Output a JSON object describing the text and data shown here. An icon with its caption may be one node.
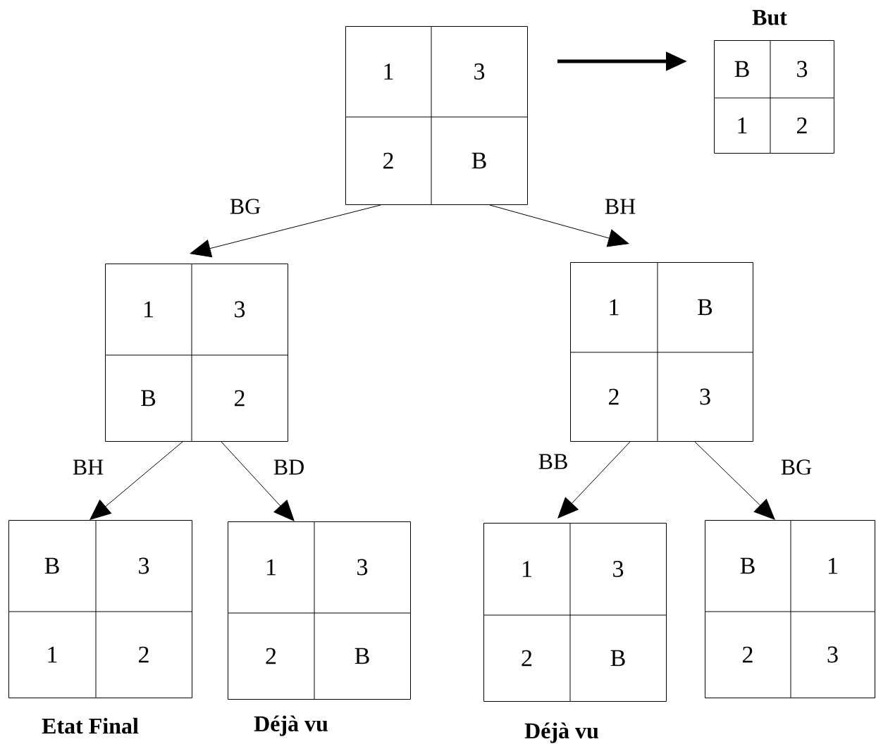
{
  "diagram": {
    "nodes": [
      {
        "text": [
          "1",
          "3",
          "2",
          "B"
        ]
      },
      {
        "text": [
          "B",
          "3",
          "1",
          "2"
        ],
        "beside": [
          "But"
        ]
      },
      {
        "text": [
          "1",
          "3",
          "B",
          "2"
        ]
      },
      {
        "text": [
          "1",
          "B",
          "2",
          "3"
        ]
      },
      {
        "text": [
          "B",
          "3",
          "1",
          "2"
        ],
        "beside": [
          "Etat Final"
        ]
      },
      {
        "text": [
          "1",
          "3",
          "2",
          "B"
        ],
        "beside": [
          "Déjà vu"
        ]
      },
      {
        "text": [
          "1",
          "3",
          "2",
          "B"
        ],
        "beside": [
          "Déjà vu"
        ]
      },
      {
        "text": [
          "B",
          "1",
          "2",
          "3"
        ]
      }
    ],
    "edges": [
      {
        "from": 0,
        "to": 1,
        "arrow": "to",
        "style": "thick"
      },
      {
        "from": 0,
        "to": 2,
        "arrow": "to",
        "label": "BG"
      },
      {
        "from": 0,
        "to": 3,
        "arrow": "to",
        "label": "BH"
      },
      {
        "from": 2,
        "to": 4,
        "arrow": "to",
        "label": "BH"
      },
      {
        "from": 2,
        "to": 5,
        "arrow": "to",
        "label": "BD"
      },
      {
        "from": 3,
        "to": 6,
        "arrow": "to",
        "label": "BB"
      },
      {
        "from": 3,
        "to": 7,
        "arrow": "to",
        "label": "BG"
      }
    ]
  }
}
